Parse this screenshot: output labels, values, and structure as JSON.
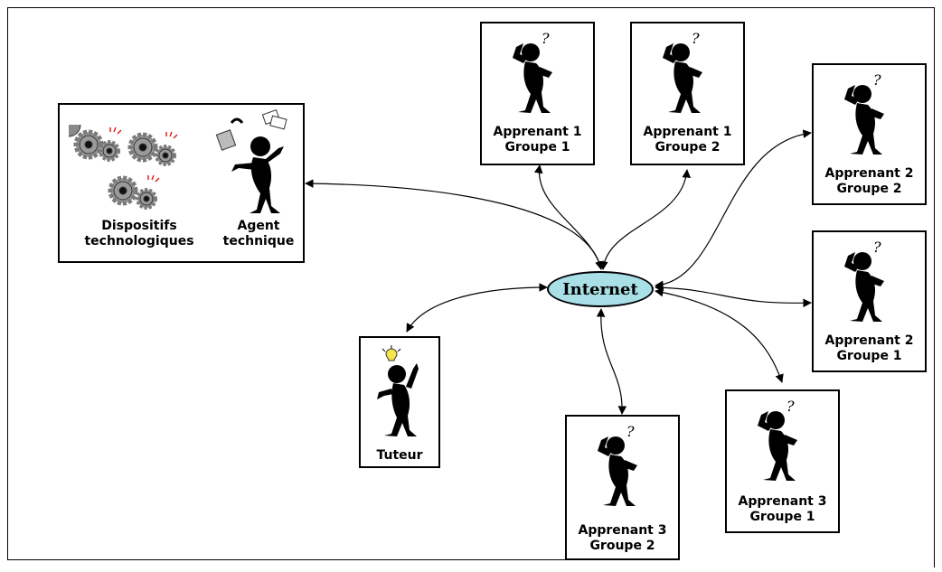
{
  "center": {
    "label": "Internet",
    "fill": "#a9dfe6"
  },
  "tech_box": {
    "devices_label_1": "Dispositifs",
    "devices_label_2": "technologiques",
    "agent_label_1": "Agent",
    "agent_label_2": "technique"
  },
  "learners": [
    {
      "line1": "Apprenant 1",
      "line2": "Groupe 1"
    },
    {
      "line1": "Apprenant 1",
      "line2": "Groupe 2"
    },
    {
      "line1": "Apprenant 2",
      "line2": "Groupe 2"
    },
    {
      "line1": "Apprenant 2",
      "line2": "Groupe 1"
    },
    {
      "line1": "Apprenant 3",
      "line2": "Groupe 1"
    },
    {
      "line1": "Apprenant 3",
      "line2": "Groupe 2"
    }
  ],
  "tutor": {
    "label": "Tuteur"
  },
  "icons": {
    "learner": "thinking-person-icon",
    "question_mark": "?",
    "tutor": "idea-person-icon",
    "gears": "gear-icon"
  },
  "colors": {
    "spark": "#e02020",
    "gear": "#8a8a8a",
    "bulb": "#f4e64a"
  }
}
